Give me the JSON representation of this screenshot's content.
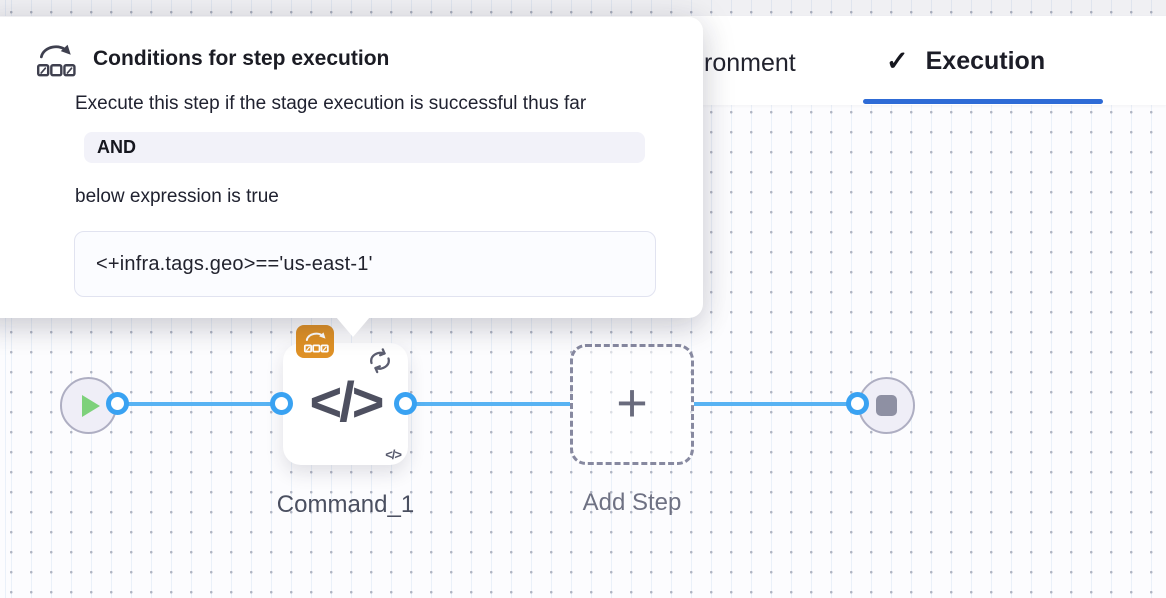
{
  "popover": {
    "title": "Conditions for step execution",
    "description": "Execute this step if the stage execution is successful thus far",
    "operator": "AND",
    "expression_intro": "below expression is true",
    "expression": "<+infra.tags.geo>=='us-east-1'"
  },
  "tabs": {
    "left_partial": "ronment",
    "execution_label": "Execution",
    "check_glyph": "✓",
    "underline_color": "#2e6bd6"
  },
  "pipeline": {
    "step_label": "Command_1",
    "add_step_label": "Add Step",
    "code_glyph": "</>",
    "plus_glyph": "+",
    "connector_color": "#58b3f3",
    "port_color": "#39a2f2",
    "badge_color": "#df9126",
    "play_color": "#7dd17b"
  }
}
